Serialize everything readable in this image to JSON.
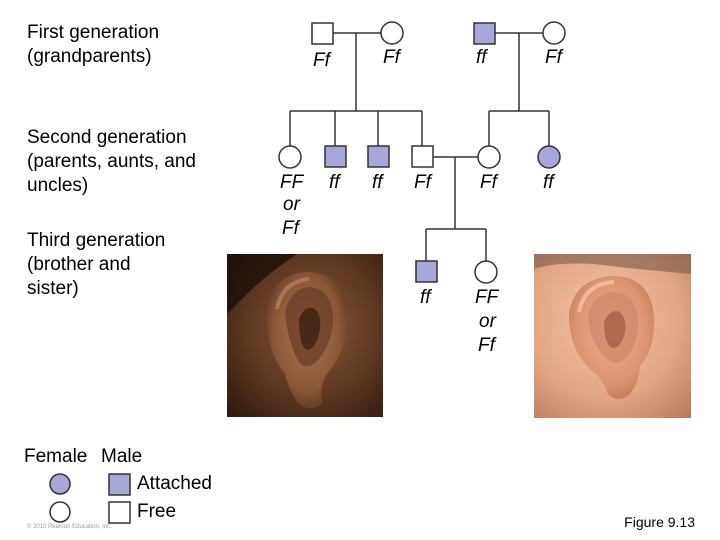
{
  "labels": {
    "gen1": "First generation\n(grandparents)",
    "gen2": "Second generation\n(parents, aunts, and\nuncles)",
    "gen3": "Third generation\n(brother and\nsister)"
  },
  "genotypes": {
    "gm1": "Ff",
    "gf1": "Ff",
    "gm2": "ff",
    "gf2": "Ff",
    "aunt_line1": "FF",
    "aunt_line2": "or",
    "aunt_line3": "Ff",
    "uncle1": "ff",
    "uncle2": "ff",
    "father": "Ff",
    "mother": "Ff",
    "aunt2": "ff",
    "brother": "ff",
    "sister_line1": "FF",
    "sister_line2": "or",
    "sister_line3": "Ff"
  },
  "key": {
    "female": "Female",
    "male": "Male",
    "attached": "Attached",
    "free": "Free"
  },
  "colors": {
    "attached_fill": "#a8a8d8",
    "free_fill": "#ffffff",
    "stroke": "#333333"
  },
  "footer": {
    "copyright": "© 2010 Pearson Education, Inc.",
    "figure": "Figure 9.13"
  }
}
